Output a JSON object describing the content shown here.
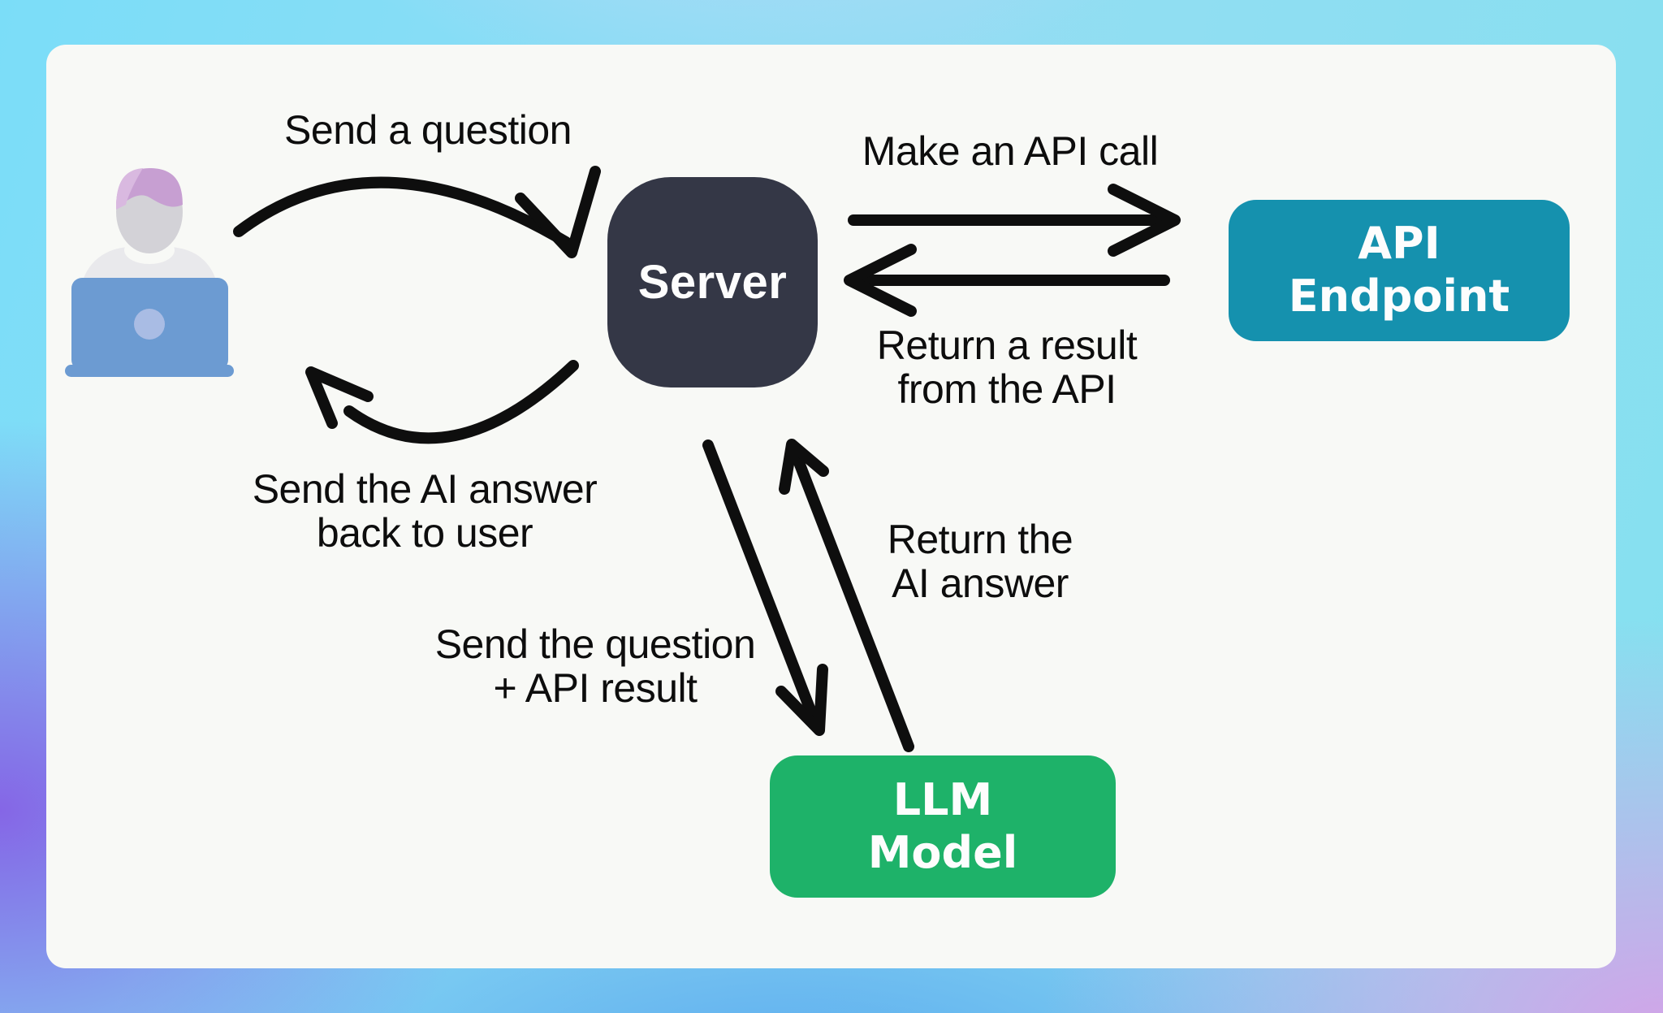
{
  "diagram": {
    "title_context": "LLM server API flow diagram",
    "labels": {
      "send_question": "Send a question",
      "make_api_call": "Make an API call",
      "return_result_line1": "Return a result",
      "return_result_line2": "from the API",
      "send_ai_answer_line1": "Send the AI answer",
      "send_ai_answer_line2": "back to user",
      "send_question_api_line1": "Send the question",
      "send_question_api_line2": "+ API result",
      "return_ai_answer_line1": "Return the",
      "return_ai_answer_line2": "AI answer"
    },
    "nodes": {
      "server": {
        "label": "Server",
        "color": "#343746"
      },
      "api_endpoint": {
        "label_line1": "API",
        "label_line2": "Endpoint",
        "color": "#1591AE"
      },
      "llm_model": {
        "label_line1": "LLM",
        "label_line2": "Model",
        "color": "#1EB269"
      }
    },
    "icons": {
      "user": "user-at-laptop-icon"
    },
    "arrows": [
      {
        "name": "user-to-server",
        "style": "curved"
      },
      {
        "name": "server-to-user",
        "style": "curved"
      },
      {
        "name": "server-to-api",
        "style": "straight"
      },
      {
        "name": "api-to-server",
        "style": "straight"
      },
      {
        "name": "server-to-llm",
        "style": "diagonal"
      },
      {
        "name": "llm-to-server",
        "style": "diagonal"
      }
    ],
    "colors": {
      "canvas_gradient_top_left": "#7BDDF8",
      "canvas_gradient_top_right": "#85E0EF",
      "canvas_gradient_bottom_left": "#8566E6",
      "canvas_gradient_bottom_middle": "#55A6EE",
      "canvas_gradient_bottom_right": "#D2A4E8",
      "card_background": "#F8F9F6",
      "arrow_stroke": "#0E0E0E",
      "label_text": "#0D0D0D",
      "node_text": "#FDFDFD",
      "user_hair": "#C79FD2",
      "user_hair_highlight": "#D9B9E0",
      "user_face": "#D3D2D7",
      "user_body": "#E9E9EC",
      "user_laptop": "#6C9BD2",
      "user_laptop_logo": "#A9BCE4"
    }
  }
}
